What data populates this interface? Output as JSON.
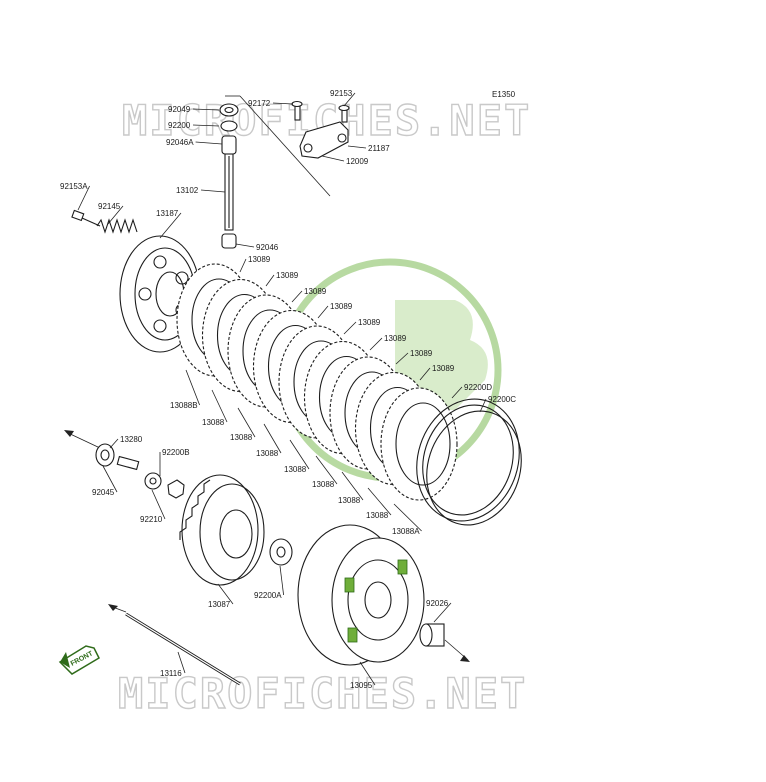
{
  "diagram": {
    "diagram_code": "E1350",
    "watermark_text": "MICROFICHES.NET",
    "front_marker": "FRONT",
    "parts": [
      {
        "id": "p-92049",
        "label": "92049"
      },
      {
        "id": "p-92200",
        "label": "92200"
      },
      {
        "id": "p-92046A",
        "label": "92046A"
      },
      {
        "id": "p-92172",
        "label": "92172"
      },
      {
        "id": "p-92153",
        "label": "92153"
      },
      {
        "id": "p-21187",
        "label": "21187"
      },
      {
        "id": "p-12009",
        "label": "12009"
      },
      {
        "id": "p-92153A",
        "label": "92153A"
      },
      {
        "id": "p-13102",
        "label": "13102"
      },
      {
        "id": "p-92145",
        "label": "92145"
      },
      {
        "id": "p-13187",
        "label": "13187"
      },
      {
        "id": "p-92046",
        "label": "92046"
      },
      {
        "id": "p-13089-1",
        "label": "13089"
      },
      {
        "id": "p-13089-2",
        "label": "13089"
      },
      {
        "id": "p-13089-3",
        "label": "13089"
      },
      {
        "id": "p-13089-4",
        "label": "13089"
      },
      {
        "id": "p-13089-5",
        "label": "13089"
      },
      {
        "id": "p-13089-6",
        "label": "13089"
      },
      {
        "id": "p-13089-7",
        "label": "13089"
      },
      {
        "id": "p-13089-8",
        "label": "13089"
      },
      {
        "id": "p-92200D",
        "label": "92200D"
      },
      {
        "id": "p-92200C",
        "label": "92200C"
      },
      {
        "id": "p-13088B",
        "label": "13088B"
      },
      {
        "id": "p-13088-1",
        "label": "13088"
      },
      {
        "id": "p-13088-2",
        "label": "13088"
      },
      {
        "id": "p-13088-3",
        "label": "13088"
      },
      {
        "id": "p-13088-4",
        "label": "13088"
      },
      {
        "id": "p-13088-5",
        "label": "13088"
      },
      {
        "id": "p-13088-6",
        "label": "13088"
      },
      {
        "id": "p-13088-7",
        "label": "13088"
      },
      {
        "id": "p-13088A",
        "label": "13088A"
      },
      {
        "id": "p-13280",
        "label": "13280"
      },
      {
        "id": "p-92200B",
        "label": "92200B"
      },
      {
        "id": "p-92045",
        "label": "92045"
      },
      {
        "id": "p-92210",
        "label": "92210"
      },
      {
        "id": "p-13087",
        "label": "13087"
      },
      {
        "id": "p-92200A",
        "label": "92200A"
      },
      {
        "id": "p-92026",
        "label": "92026"
      },
      {
        "id": "p-13116",
        "label": "13116"
      },
      {
        "id": "p-13095",
        "label": "13095"
      }
    ]
  }
}
